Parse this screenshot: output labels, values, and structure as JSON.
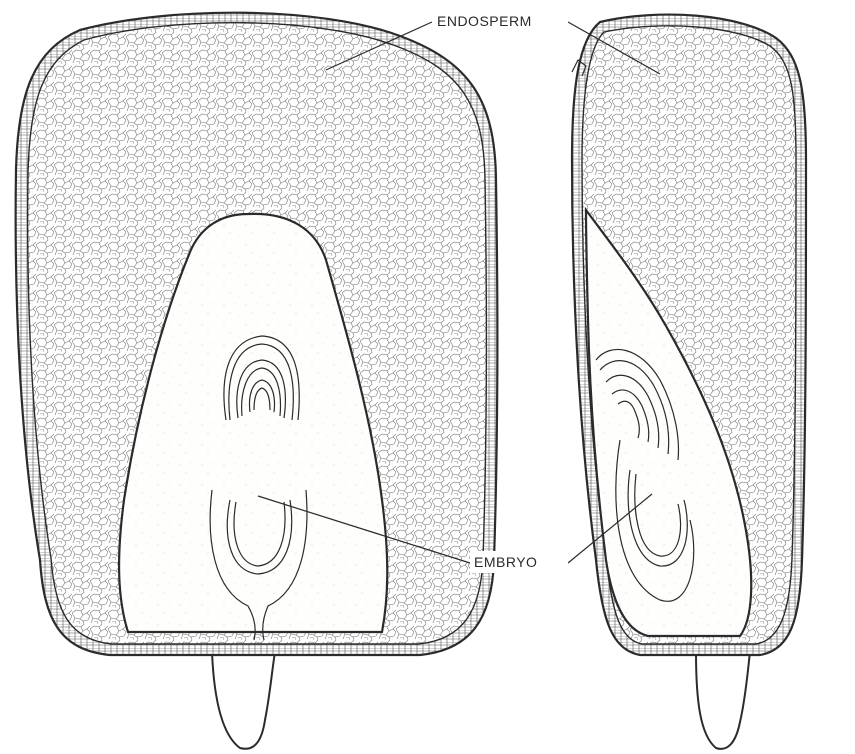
{
  "labels": {
    "endosperm": "ENDOSPERM",
    "embryo": "EMBRYO"
  },
  "figures": [
    {
      "view": "front-section",
      "parts": [
        "endosperm",
        "embryo",
        "pedicel"
      ]
    },
    {
      "view": "side-section",
      "parts": [
        "endosperm",
        "embryo",
        "pedicel"
      ]
    }
  ]
}
